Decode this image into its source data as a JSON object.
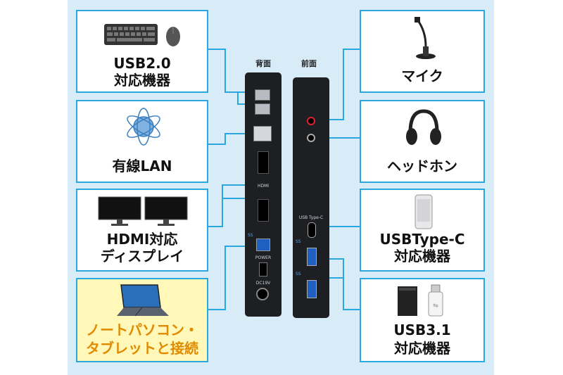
{
  "headers": {
    "back": "背面",
    "front": "前面"
  },
  "left_boxes": [
    {
      "id": "usb20",
      "lines": [
        "USB2.0",
        "対応機器"
      ],
      "icon": "keyboard-mouse-icon"
    },
    {
      "id": "lan",
      "lines": [
        "有線LAN"
      ],
      "icon": "network-globe-icon"
    },
    {
      "id": "hdmi",
      "lines": [
        "HDMI対応",
        "ディスプレイ"
      ],
      "icon": "dual-monitor-icon"
    },
    {
      "id": "laptop",
      "lines": [
        "ノートパソコン・",
        "タブレットと接続"
      ],
      "icon": "tablet-laptop-icon",
      "highlight": true
    }
  ],
  "right_boxes": [
    {
      "id": "mic",
      "lines": [
        "マイク"
      ],
      "icon": "microphone-icon"
    },
    {
      "id": "headphone",
      "lines": [
        "ヘッドホン"
      ],
      "icon": "headphones-icon"
    },
    {
      "id": "typec",
      "lines": [
        "USBType-C",
        "対応機器"
      ],
      "icon": "smartphone-icon"
    },
    {
      "id": "usb31",
      "lines": [
        "USB3.1",
        "対応機器"
      ],
      "icon": "hdd-usb-stick-icon"
    }
  ],
  "back_panel": {
    "hdmi_label": "HDMI",
    "power_label": "POWER",
    "dc_label": "DC19V",
    "ss_label": "SS"
  },
  "front_panel": {
    "typec_label": "USB Type-C",
    "ss_label": "SS"
  },
  "colors": {
    "panel_bg": "#d8ecf8",
    "border": "#2aa7de",
    "highlight_bg": "#fff8b8",
    "highlight_text": "#e08a00",
    "device": "#1d1f22"
  }
}
